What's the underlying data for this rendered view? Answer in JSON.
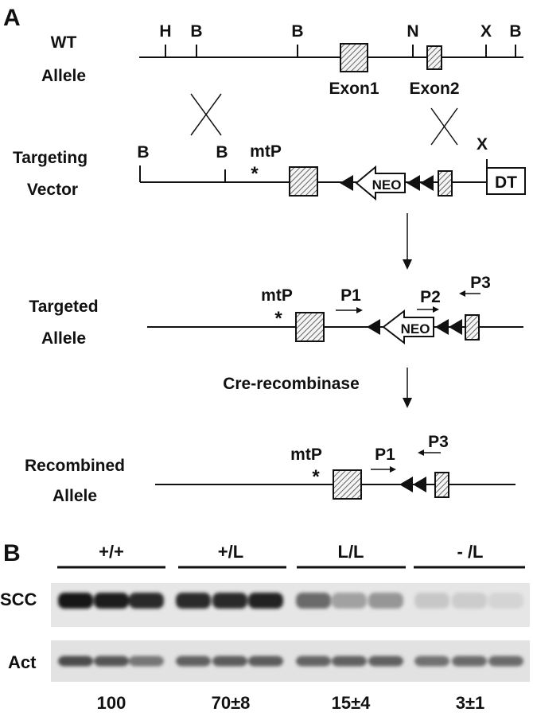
{
  "panel_a": {
    "label": "A",
    "wt_allele": {
      "label_line1": "WT",
      "label_line2": "Allele",
      "sites": [
        "H",
        "B",
        "B",
        "N",
        "X",
        "B"
      ],
      "exon1_label": "Exon1",
      "exon2_label": "Exon2"
    },
    "targeting_vector": {
      "label_line1": "Targeting",
      "label_line2": "Vector",
      "sites": [
        "B",
        "B",
        "X"
      ],
      "promoter_label": "mtP",
      "mutation_mark": "*",
      "neo_label": "NEO",
      "dt_label": "DT"
    },
    "targeted_allele": {
      "label_line1": "Targeted",
      "label_line2": "Allele",
      "promoter_label": "mtP",
      "mutation_mark": "*",
      "neo_label": "NEO",
      "primers": [
        "P1",
        "P2",
        "P3"
      ]
    },
    "cre_label": "Cre-recombinase",
    "recombined_allele": {
      "label_line1": "Recombined",
      "label_line2": "Allele",
      "promoter_label": "mtP",
      "mutation_mark": "*",
      "primers": [
        "P1",
        "P3"
      ]
    }
  },
  "panel_b": {
    "label": "B",
    "genotypes": [
      "+/+",
      "+/L",
      "L/L",
      "- /L"
    ],
    "row_labels": [
      "SCC",
      "Act"
    ],
    "values": [
      "100",
      "70±8",
      "15±4",
      "3±1"
    ],
    "scc_intensity": [
      0.95,
      0.92,
      0.85,
      0.85,
      0.85,
      0.88,
      0.55,
      0.3,
      0.35,
      0.12,
      0.1,
      0.06
    ],
    "act_intensity": [
      0.7,
      0.65,
      0.5,
      0.6,
      0.62,
      0.62,
      0.58,
      0.6,
      0.6,
      0.52,
      0.55,
      0.55
    ]
  }
}
